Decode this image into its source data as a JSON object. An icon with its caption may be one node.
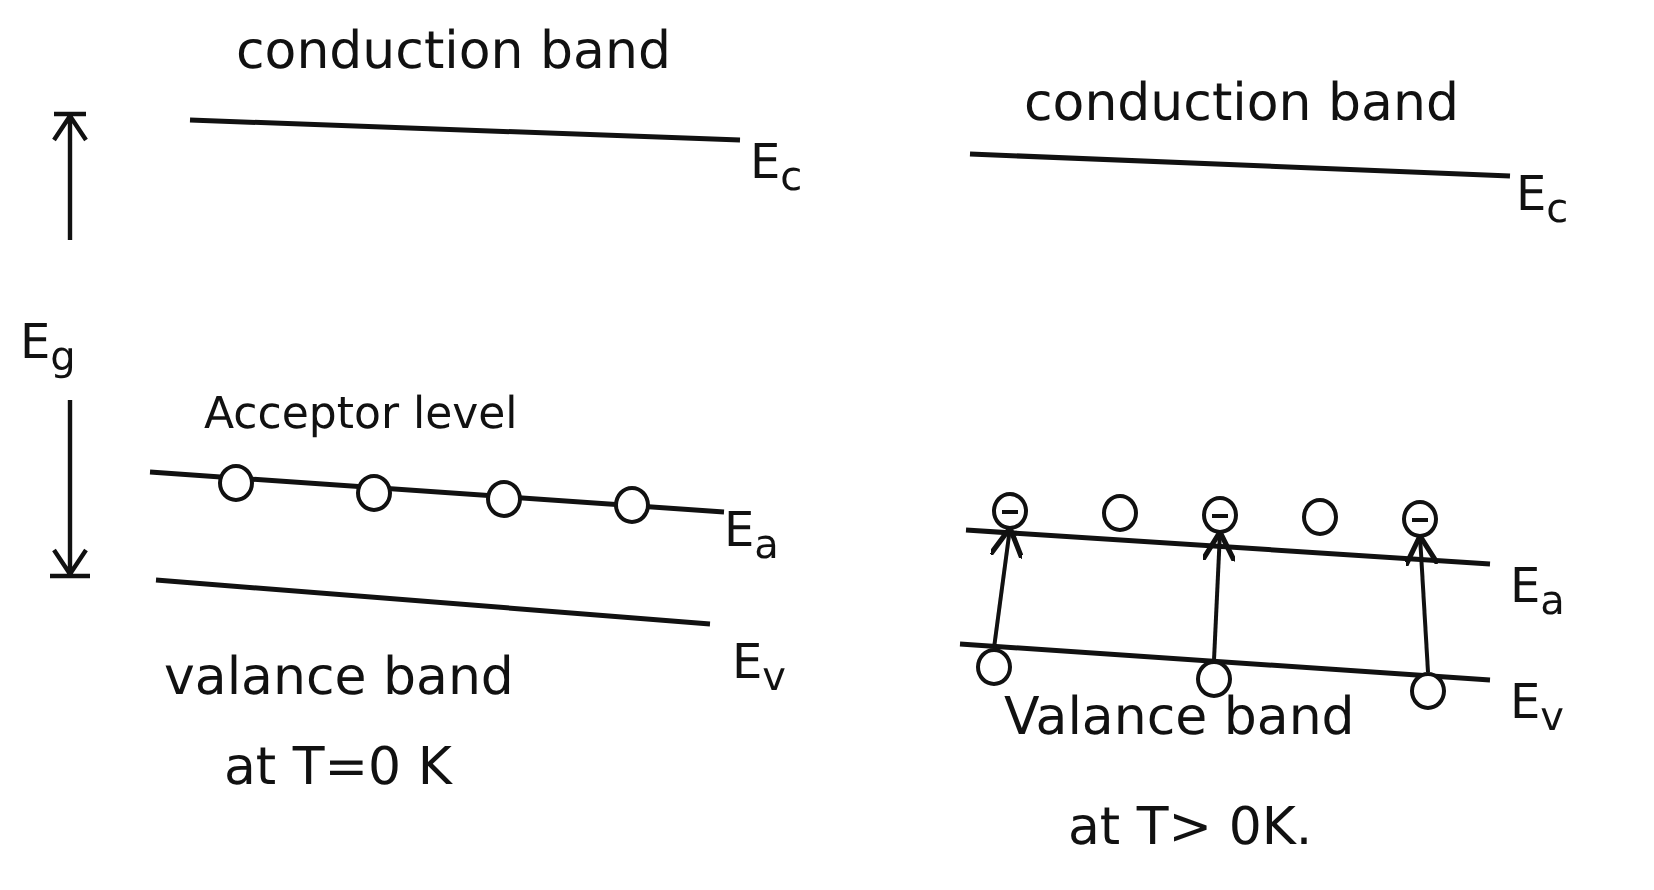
{
  "diagram": {
    "nodes": [
      {
        "text": [],
        "shape": "circle"
      },
      {
        "text": [],
        "shape": "circle"
      },
      {
        "text": [],
        "shape": "circle"
      },
      {
        "text": [],
        "shape": "circle"
      },
      {
        "text": [],
        "shape": "circle"
      },
      {
        "text": [],
        "shape": "circle"
      },
      {
        "text": [],
        "shape": "circle"
      },
      {
        "text": [],
        "shape": "circle"
      },
      {
        "text": [],
        "shape": "circle"
      },
      {
        "text": [],
        "shape": "circle"
      },
      {
        "text": [],
        "shape": "circle"
      },
      {
        "text": [],
        "shape": "circle"
      }
    ],
    "edges": [
      {
        "from": 9,
        "to": 4,
        "arrow": "to"
      },
      {
        "from": 10,
        "to": 6,
        "arrow": "to"
      },
      {
        "from": 11,
        "to": 8,
        "arrow": "to"
      }
    ],
    "labels": [
      "conduction band",
      "conduction band",
      "E$_{c}$",
      "E$_{c}$",
      "E$_{g}$",
      "Acceptor level",
      "E$_{a}$",
      "E$_{a}$",
      "E$_{v}$",
      "valance band",
      "Valance band",
      "E$_{v}$",
      "at T=0 K",
      "at T> 0K."
    ]
  }
}
